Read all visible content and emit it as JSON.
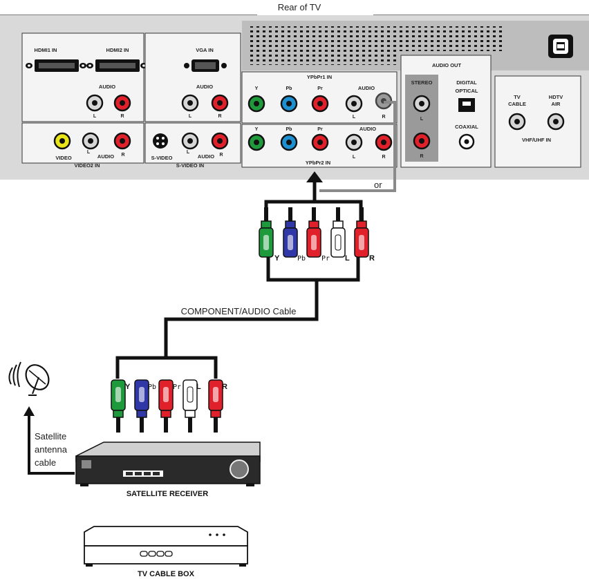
{
  "title": "Rear of TV",
  "tv": {
    "hdmi1": "HDMI1 IN",
    "hdmi2": "HDMI2 IN",
    "vga": "VGA IN",
    "audio": "AUDIO",
    "left": "L",
    "right": "R",
    "video": "VIDEO",
    "video2": "VIDEO2 IN",
    "svideo": "S-VIDEO",
    "svideo_in": "S-VIDEO IN",
    "ypbpr1": "YPbPr1 IN",
    "ypbpr2": "YPbPr2 IN",
    "y": "Y",
    "pb": "Pb",
    "pr": "Pr",
    "audio_out": "AUDIO OUT",
    "stereo": "STEREO",
    "digital": "DIGITAL",
    "optical": "OPTICAL",
    "coaxial": "COAXIAL",
    "tv_label": "TV",
    "cable_label": "CABLE",
    "hdtv_label": "HDTV",
    "air_label": "AIR",
    "vhf": "VHF/UHF IN"
  },
  "or_label": "or",
  "cable_label": "COMPONENT/AUDIO Cable",
  "plug_labels": {
    "y": "Y",
    "pb": "Pb",
    "pr": "Pr",
    "l": "L",
    "r": "R"
  },
  "antenna_lines": [
    "Satellite",
    "antenna",
    "cable"
  ],
  "receiver_label": "SATELLITE RECEIVER",
  "cablebox_label": "TV CABLE BOX",
  "colors": {
    "y_green": "#1e9a3c",
    "pb_blue": "#3038a8",
    "pr_red": "#e0202a",
    "l_white": "#ffffff",
    "r_red": "#e0202a",
    "video_yellow": "#e8e41a"
  }
}
